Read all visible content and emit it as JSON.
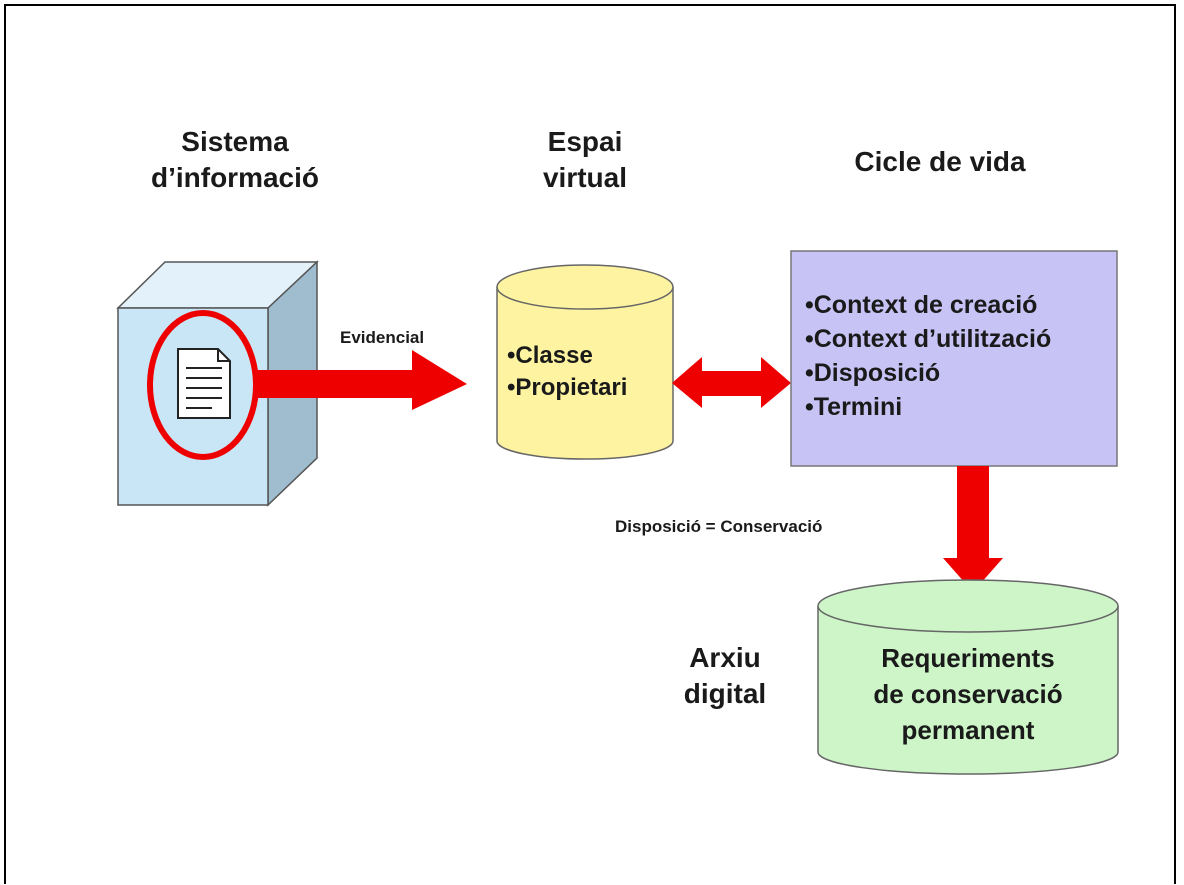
{
  "headings": {
    "sistema": [
      "Sistema",
      "d’informació"
    ],
    "espai": [
      "Espai",
      "virtual"
    ],
    "cicle": "Cicle de vida",
    "arxiu": [
      "Arxiu",
      "digital"
    ]
  },
  "labels": {
    "evidencial": "Evidencial",
    "disposicio": "Disposició = Conservació"
  },
  "espai_items": [
    "•Classe",
    "•Propietari"
  ],
  "cicle_items": [
    "•Context de creació",
    "•Context d’utilització",
    "•Disposició",
    "•Termini"
  ],
  "arxiu_box": [
    "Requeriments",
    "de conservació",
    "permanent"
  ],
  "colors": {
    "arrow": "#ee0000",
    "cube_front": "#c9e6f7",
    "cube_top": "#e3f1fa",
    "cube_side": "#9fbdcf",
    "cylinder_yellow": "#fdf3a0",
    "box_lavender": "#c7c3f5",
    "cylinder_green": "#cdf5c8"
  }
}
